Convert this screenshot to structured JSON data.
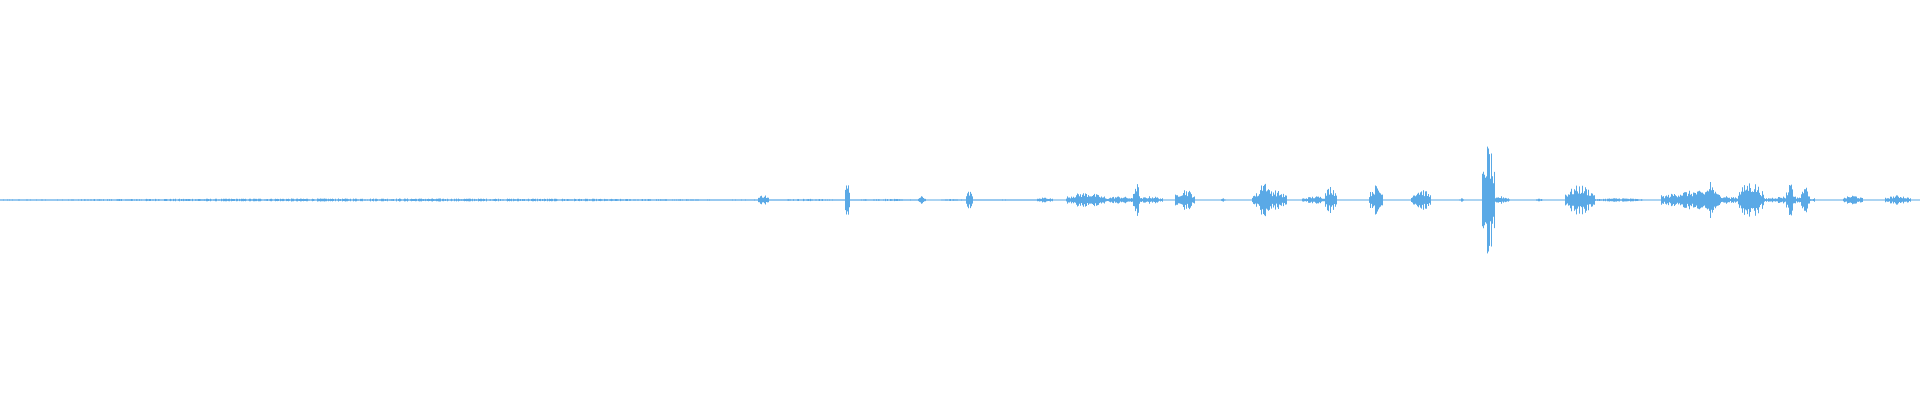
{
  "waveform": {
    "color": "#5aa9e6",
    "background": "#ffffff",
    "segments": [
      {
        "start": 0.0,
        "end": 0.395,
        "amp": 0.008
      },
      {
        "start": 0.395,
        "end": 0.4,
        "amp": 0.03
      },
      {
        "start": 0.4,
        "end": 0.44,
        "amp": 0.006
      },
      {
        "start": 0.44,
        "end": 0.442,
        "amp": 0.12
      },
      {
        "start": 0.442,
        "end": 0.478,
        "amp": 0.006
      },
      {
        "start": 0.478,
        "end": 0.482,
        "amp": 0.02
      },
      {
        "start": 0.49,
        "end": 0.503,
        "amp": 0.006
      },
      {
        "start": 0.503,
        "end": 0.506,
        "amp": 0.06
      },
      {
        "start": 0.506,
        "end": 0.54,
        "amp": 0.004
      },
      {
        "start": 0.54,
        "end": 0.548,
        "amp": 0.015
      },
      {
        "start": 0.555,
        "end": 0.575,
        "amp": 0.04
      },
      {
        "start": 0.575,
        "end": 0.59,
        "amp": 0.02
      },
      {
        "start": 0.59,
        "end": 0.593,
        "amp": 0.1
      },
      {
        "start": 0.593,
        "end": 0.605,
        "amp": 0.02
      },
      {
        "start": 0.612,
        "end": 0.622,
        "amp": 0.06
      },
      {
        "start": 0.636,
        "end": 0.638,
        "amp": 0.01
      },
      {
        "start": 0.652,
        "end": 0.67,
        "amp": 0.06
      },
      {
        "start": 0.656,
        "end": 0.66,
        "amp": 0.12
      },
      {
        "start": 0.678,
        "end": 0.693,
        "amp": 0.02
      },
      {
        "start": 0.69,
        "end": 0.696,
        "amp": 0.08
      },
      {
        "start": 0.713,
        "end": 0.72,
        "amp": 0.08
      },
      {
        "start": 0.735,
        "end": 0.745,
        "amp": 0.06
      },
      {
        "start": 0.76,
        "end": 0.762,
        "amp": 0.01
      },
      {
        "start": 0.772,
        "end": 0.778,
        "amp": 0.3
      },
      {
        "start": 0.778,
        "end": 0.786,
        "amp": 0.02
      },
      {
        "start": 0.8,
        "end": 0.803,
        "amp": 0.01
      },
      {
        "start": 0.815,
        "end": 0.83,
        "amp": 0.08
      },
      {
        "start": 0.83,
        "end": 0.855,
        "amp": 0.01
      },
      {
        "start": 0.865,
        "end": 0.9,
        "amp": 0.05
      },
      {
        "start": 0.888,
        "end": 0.893,
        "amp": 0.1
      },
      {
        "start": 0.9,
        "end": 0.905,
        "amp": 0.02
      },
      {
        "start": 0.905,
        "end": 0.918,
        "amp": 0.1
      },
      {
        "start": 0.918,
        "end": 0.945,
        "amp": 0.02
      },
      {
        "start": 0.93,
        "end": 0.934,
        "amp": 0.1
      },
      {
        "start": 0.938,
        "end": 0.942,
        "amp": 0.07
      },
      {
        "start": 0.96,
        "end": 0.97,
        "amp": 0.025
      },
      {
        "start": 0.982,
        "end": 0.995,
        "amp": 0.025
      }
    ]
  }
}
